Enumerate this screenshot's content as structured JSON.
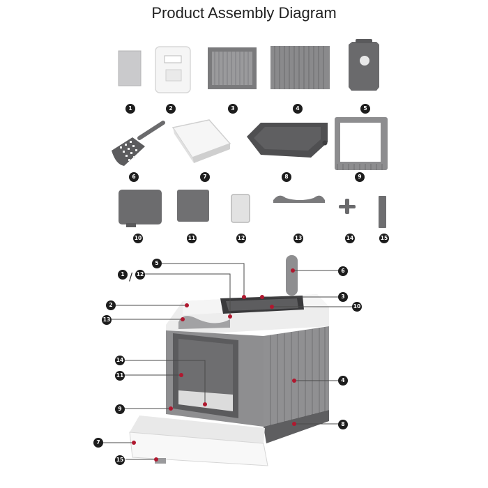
{
  "title": "Product Assembly Diagram",
  "parts_row_badges": [
    "1",
    "2",
    "3",
    "4",
    "5",
    "6",
    "7",
    "8",
    "9",
    "10",
    "11",
    "12",
    "13",
    "14",
    "15"
  ],
  "callout_labels": {
    "c5": "5",
    "c1": "1",
    "c_slash": "/",
    "c12": "12",
    "c2": "2",
    "c13": "13",
    "c14": "14",
    "c11": "11",
    "c9": "9",
    "c7": "7",
    "c15": "15",
    "c6": "6",
    "c3": "3",
    "c10": "10",
    "c4": "4",
    "c8": "8"
  },
  "colors": {
    "dark_grey": "#6e6e70",
    "mid_grey": "#8a8a8c",
    "light_grey": "#c9c9cb",
    "white_part": "#f4f4f4",
    "marker_red": "#b0182f",
    "badge": "#1d1d1d"
  }
}
